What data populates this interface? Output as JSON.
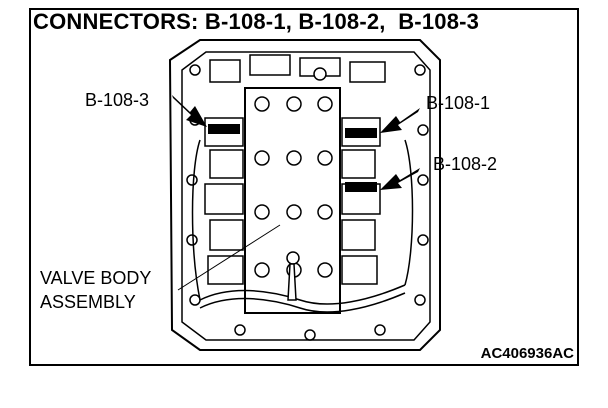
{
  "title": "CONNECTORS: B-108-1, B-108-2,  B-108-3",
  "labels": {
    "b108_3": "B-108-3",
    "b108_1": "B-108-1",
    "b108_2": "B-108-2",
    "valve_body_line1": "VALVE BODY",
    "valve_body_line2": "ASSEMBLY"
  },
  "figure_code": "AC406936AC"
}
